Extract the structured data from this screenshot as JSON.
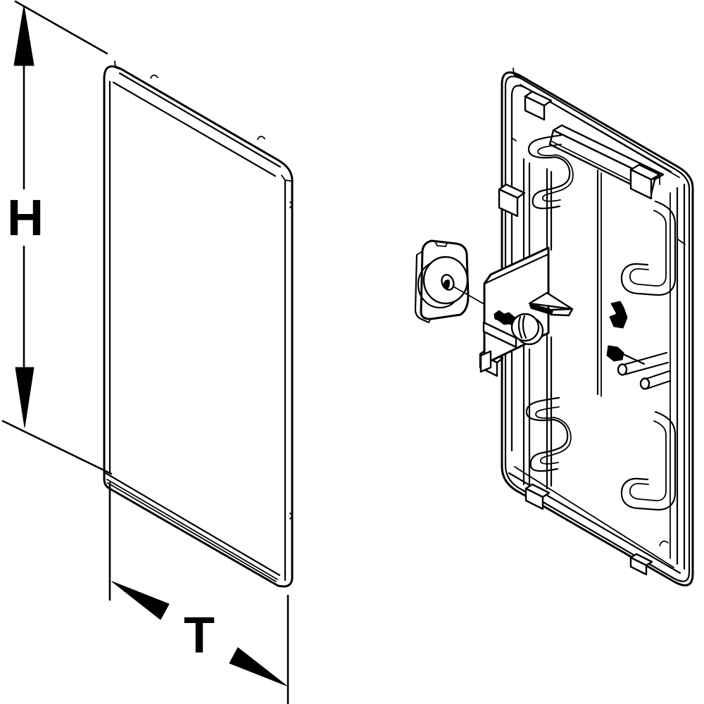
{
  "diagram": {
    "type": "technical-line-drawing",
    "views": {
      "left": "end-cap front cover panel with dimension callouts",
      "right": "end-cap rear side exploded with fixing screw and square nut"
    },
    "labels": {
      "height": "H",
      "thickness": "T"
    },
    "colors": {
      "background": "#ffffff",
      "line": "#000000"
    }
  }
}
